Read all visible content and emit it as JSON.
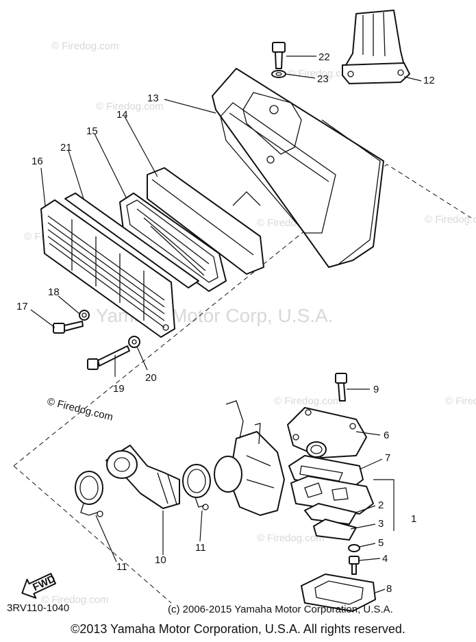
{
  "watermarks": {
    "wm1": "© Firedog.com",
    "wm2": "© Firedog.com",
    "wm3": "© Firedog.com",
    "wm4": "© Firedog.com",
    "wm5": "© Firedog.com",
    "wm6": "© Firedog.com",
    "wm7": "© Firedog.com",
    "wm8": "© Firedog.com",
    "wm9": "© Firedog.com",
    "wm10": "© Firedog.com",
    "center": "Yamaha Motor Corp, U.S.A."
  },
  "overlay_text": "© Firedog.com",
  "labels": {
    "p1": "1",
    "p2": "2",
    "p3": "3",
    "p4": "4",
    "p5": "5",
    "p6": "6",
    "p7": "7",
    "p8": "8",
    "p9": "9",
    "p10": "10",
    "p11a": "11",
    "p11b": "11",
    "p12": "12",
    "p13": "13",
    "p14": "14",
    "p15": "15",
    "p16": "16",
    "p17": "17",
    "p18": "18",
    "p19": "19",
    "p20": "20",
    "p21": "21",
    "p22": "22",
    "p23": "23"
  },
  "fwd_label": "FWD",
  "diagram_code": "3RV110-1040",
  "small_copyright": "(c) 2006-2015 Yamaha Motor Corporation, U.S.A.",
  "footer": "©2013 Yamaha Motor Corporation, U.S.A. All rights reserved."
}
